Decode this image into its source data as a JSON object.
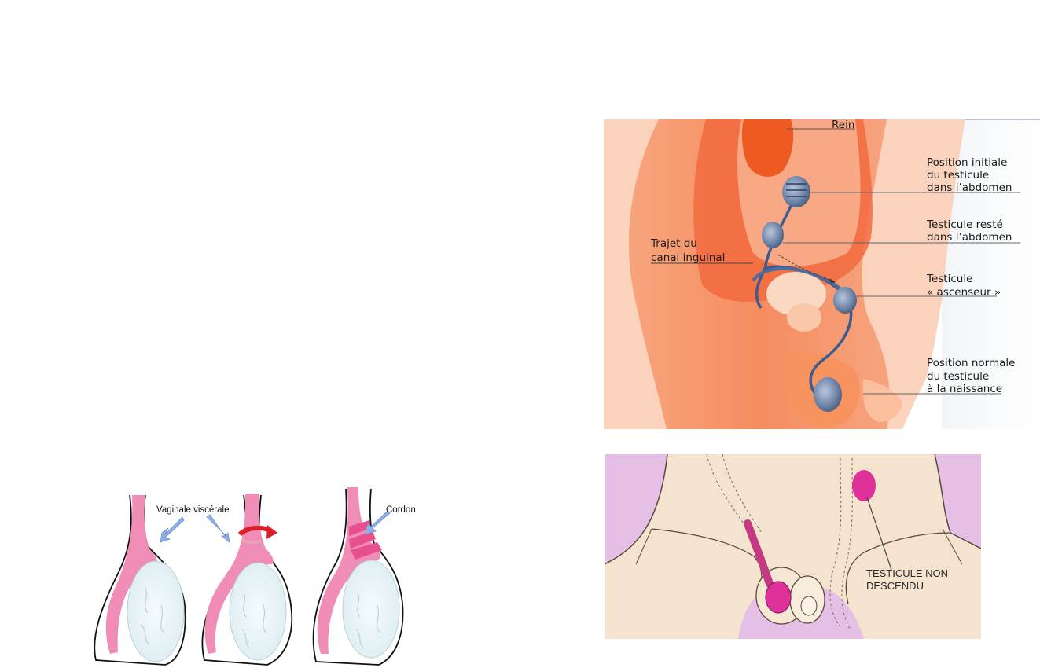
{
  "descent_diagram": {
    "labels": {
      "rein": "Rein",
      "position_initiale": [
        "Position initiale",
        "du testicule",
        "dans l’abdomen"
      ],
      "testicule_reste": [
        "Testicule resté",
        "dans l’abdomen"
      ],
      "trajet": [
        "Trajet du",
        "canal inguinal"
      ],
      "ascenseur": [
        "Testicule",
        "« ascenseur »"
      ],
      "position_normale": [
        "Position normale",
        "du testicule",
        "à la naissance"
      ]
    }
  },
  "undescended_diagram": {
    "label": [
      "TESTICULE NON",
      "DESCENDU"
    ]
  },
  "torsion_diagram": {
    "labels": {
      "vaginale": "Vaginale viscérale",
      "cordon": "Cordon"
    }
  },
  "colors": {
    "skin_orange": "#f3845a",
    "skin_light": "#fbc3a5",
    "testis_blue": "#6f86a8",
    "pink": "#f08db7",
    "lavender": "#e6bfe6",
    "beige": "#f4e3cf",
    "arrow_blue": "#8fb0e6",
    "arrow_red": "#d9202a"
  }
}
